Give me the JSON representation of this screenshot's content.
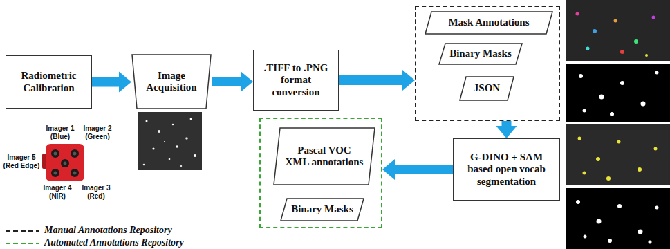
{
  "diagram": {
    "nodes": [
      {
        "text": [
          "Radiometric Calibration"
        ]
      },
      {
        "text": [
          "Image Acquisition"
        ]
      },
      {
        "text": [
          ".TIFF to .PNG format conversion"
        ]
      },
      {
        "text": []
      },
      {
        "text": [
          "Mask Annotations"
        ],
        "in": 3
      },
      {
        "text": [
          "Binary Masks"
        ],
        "in": 3
      },
      {
        "text": [
          "JSON"
        ],
        "in": 3
      },
      {
        "text": [
          "G-DINO + SAM based open vocab segmentation"
        ]
      },
      {
        "text": []
      },
      {
        "text": [
          "Pascal VOC XML annotations"
        ],
        "in": 8
      },
      {
        "text": [
          "Binary Masks"
        ],
        "in": 8
      }
    ],
    "edges": [
      {
        "from": 0,
        "to": 1,
        "arrow": "to"
      },
      {
        "from": 1,
        "to": 2,
        "arrow": "to"
      },
      {
        "from": 2,
        "to": 3,
        "arrow": "to"
      },
      {
        "from": 3,
        "to": 7,
        "arrow": "to"
      },
      {
        "from": 7,
        "to": 8,
        "arrow": "to"
      }
    ],
    "labels": [
      "Imager 1 (Blue)",
      "Imager 2 (Green)",
      "Imager 5 (Red Edge)",
      "Imager 4 (NIR)",
      "Imager 3 (Red)"
    ],
    "legend": [
      {
        "text": "Manual Annotations Repository"
      },
      {
        "text": "Automated Annotations Repository"
      }
    ]
  }
}
